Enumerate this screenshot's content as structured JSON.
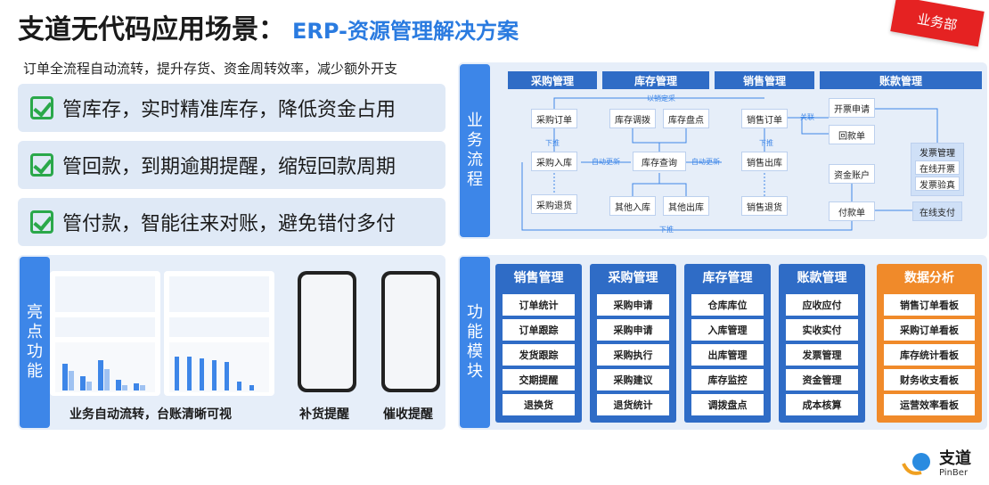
{
  "title": {
    "main": "支道无代码应用场景：",
    "sub": "ERP-资源管理解决方案"
  },
  "ribbon": "业务部",
  "tagline": "订单全流程自动流转，提升存货、资金周转效率，减少额外开支",
  "features": [
    "管库存，实时精准库存，降低资金占用",
    "管回款，到期逾期提醒，缩短回款周期",
    "管付款，智能往来对账，避免错付多付"
  ],
  "flow": {
    "label": "业务流程",
    "headers": [
      "采购管理",
      "库存管理",
      "销售管理",
      "账款管理"
    ],
    "nodes": {
      "po": "采购订单",
      "pin": "采购入库",
      "pret": "采购退货",
      "tr": "库存调拨",
      "cnt": "库存盘点",
      "q": "库存查询",
      "oin": "其他入库",
      "oout": "其他出库",
      "so": "销售订单",
      "sout": "销售出库",
      "sret": "销售退货",
      "inv": "开票申请",
      "rec": "回款单",
      "acct": "资金账户",
      "pay": "付款单",
      "invm": "发票管理",
      "inv1": "在线开票",
      "inv2": "发票验真",
      "online": "在线支付"
    },
    "labels": {
      "bysales": "以销定采",
      "push1": "下推",
      "push2": "下推",
      "push3": "下推",
      "auto1": "自动更新",
      "auto2": "自动更新",
      "rel": "关联"
    }
  },
  "highlights": {
    "label": "亮点功能",
    "caps": [
      "业务自动流转，台账清晰可视",
      "补货提醒",
      "催收提醒"
    ]
  },
  "modules": {
    "label": "功能模块",
    "items": [
      {
        "title": "销售管理",
        "items": [
          "订单统计",
          "订单跟踪",
          "发货跟踪",
          "交期提醒",
          "退换货"
        ]
      },
      {
        "title": "采购管理",
        "items": [
          "采购申请",
          "采购申请",
          "采购执行",
          "采购建议",
          "退货统计"
        ]
      },
      {
        "title": "库存管理",
        "items": [
          "仓库库位",
          "入库管理",
          "出库管理",
          "库存监控",
          "调拨盘点"
        ]
      },
      {
        "title": "账款管理",
        "items": [
          "应收应付",
          "实收实付",
          "发票管理",
          "资金管理",
          "成本核算"
        ]
      },
      {
        "title": "数据分析",
        "items": [
          "销售订单看板",
          "采购订单看板",
          "库存统计看板",
          "财务收支看板",
          "运营效率看板"
        ]
      }
    ]
  },
  "logo": {
    "cn": "支道",
    "en": "PinBer"
  }
}
